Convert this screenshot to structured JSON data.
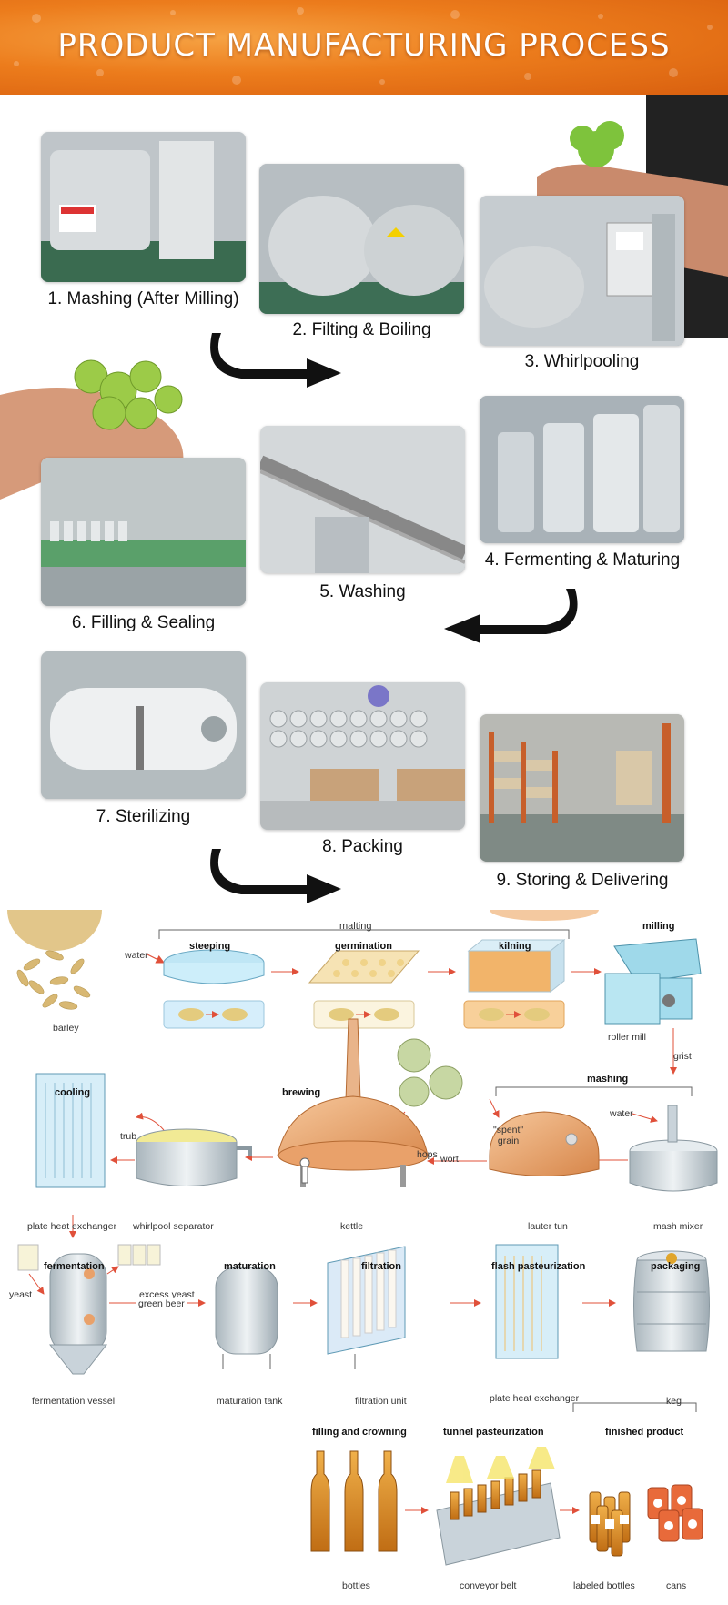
{
  "banner": {
    "title": "PRODUCT MANUFACTURING PROCESS"
  },
  "steps": [
    {
      "label": "1. Mashing (After Milling)"
    },
    {
      "label": "2. Filting & Boiling"
    },
    {
      "label": "3. Whirlpooling"
    },
    {
      "label": "4. Fermenting & Maturing"
    },
    {
      "label": "5. Washing"
    },
    {
      "label": "6. Filling & Sealing"
    },
    {
      "label": "7. Sterilizing"
    },
    {
      "label": "8. Packing"
    },
    {
      "label": "9. Storing & Delivering"
    }
  ],
  "diagram": {
    "malting": "malting",
    "water_1": "water",
    "steeping": "steeping",
    "germination": "germination",
    "kilning": "kilning",
    "milling": "milling",
    "barley": "barley",
    "roller_mill": "roller mill",
    "grist": "grist",
    "mashing": "mashing",
    "brewing": "brewing",
    "cooling": "cooling",
    "trub": "trub",
    "hops": "hops",
    "spent_grain": "\"spent\"\ngrain",
    "water_2": "water",
    "wort": "wort",
    "plate_heat_exchanger_1": "plate heat exchanger",
    "whirlpool_separator": "whirlpool separator",
    "kettle": "kettle",
    "lauter_tun": "lauter tun",
    "mash_mixer": "mash mixer",
    "fermentation": "fermentation",
    "maturation": "maturation",
    "filtration": "filtration",
    "flash_pasteurization": "flash pasteurization",
    "packaging": "packaging",
    "yeast": "yeast",
    "excess_yeast": "excess yeast",
    "green_beer": "green beer",
    "fermentation_vessel": "fermentation vessel",
    "maturation_tank": "maturation tank",
    "filtration_unit": "filtration unit",
    "plate_heat_exchanger_2": "plate heat exchanger",
    "keg": "keg",
    "filling_and_crowning": "filling and crowning",
    "tunnel_pasteurization": "tunnel pasteurization",
    "finished_product": "finished product",
    "bottles": "bottles",
    "conveyor_belt": "conveyor belt",
    "labeled_bottles": "labeled bottles",
    "cans": "cans"
  },
  "colors": {
    "banner": "#ec7c1c",
    "arrow": "#111111",
    "flow_arrow": "#e0503a",
    "copper": "#e8a068",
    "steel": "#c9d3da",
    "beer": "#d9881f"
  }
}
